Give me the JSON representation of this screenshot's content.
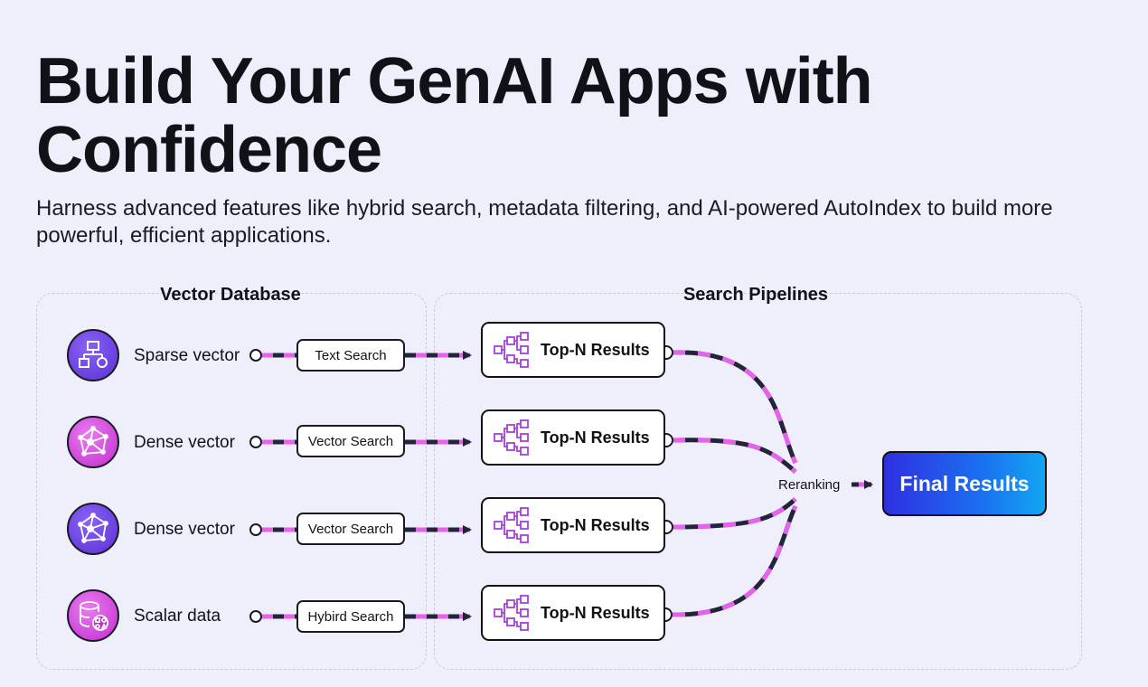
{
  "header": {
    "title": "Build Your GenAI  Apps with\nConfidence",
    "subtitle": "Harness advanced features like hybrid search, metadata filtering, and AI-powered AutoIndex to build more powerful, efficient applications."
  },
  "vector_database": {
    "title": "Vector Database",
    "sources": [
      {
        "label": "Sparse vector",
        "icon": "sparse-vector-icon",
        "color": "#6a3fe3"
      },
      {
        "label": "Dense vector",
        "icon": "dense-vector-icon",
        "color": "#d43fdc"
      },
      {
        "label": "Dense vector",
        "icon": "dense-vector-icon",
        "color": "#6a3fe3"
      },
      {
        "label": "Scalar data",
        "icon": "scalar-data-icon",
        "color": "#d43fdc"
      }
    ],
    "operations": [
      "Text Search",
      "Vector Search",
      "Vector Search",
      "Hybird Search"
    ]
  },
  "search_pipelines": {
    "title": "Search Pipelines",
    "results": [
      "Top-N Results",
      "Top-N Results",
      "Top-N Results",
      "Top-N Results"
    ],
    "reranking_label": "Reranking",
    "final_label": "Final Results"
  },
  "colors": {
    "wire_dark": "#23233a",
    "wire_accent": "#e661ec",
    "final_gradient_start": "#2f2fe0",
    "final_gradient_end": "#13a6f2"
  }
}
